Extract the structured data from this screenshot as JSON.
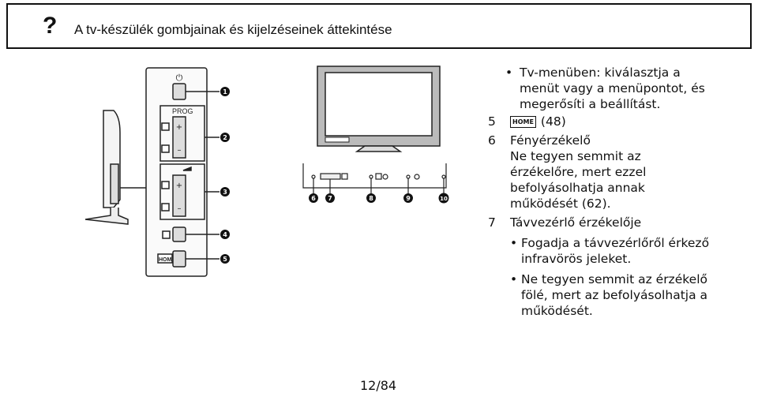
{
  "header": {
    "icon": "question-mark-icon",
    "question_mark": "?",
    "title": "A tv-készülék gombjainak és kijelzéseinek áttekintése"
  },
  "illustration": {
    "prog_label": "PROG",
    "home_label": "HOME",
    "plus_symbol": "+",
    "minus_symbol": "–",
    "callouts": [
      "1",
      "2",
      "3",
      "4",
      "5",
      "6",
      "7",
      "8",
      "9",
      "10"
    ]
  },
  "content": {
    "bullet_top": {
      "dot": "•",
      "lines": [
        "Tv-menüben: kiválasztja a",
        "menüt vagy a menüpontot, és",
        "megerősíti a beállítást."
      ]
    },
    "item5": {
      "num": "5",
      "icon": "home-icon",
      "icon_text": "HOME",
      "text": "(48)"
    },
    "item6": {
      "num": "6",
      "title": "Fényérzékelő",
      "lines": [
        "Ne tegyen semmit az",
        "érzékelőre, mert ezzel",
        "befolyásolhatja annak",
        "működését (62)."
      ]
    },
    "item7": {
      "num": "7",
      "title": "Távvezérlő érzékelője",
      "bullets": [
        {
          "dot": "•",
          "lines": [
            "Fogadja a távvezérlőről érkező",
            "infravörös jeleket."
          ]
        },
        {
          "dot": "•",
          "lines": [
            "Ne tegyen semmit az érzékelő",
            "fölé, mert az befolyásolhatja a",
            "működését."
          ]
        }
      ]
    }
  },
  "footer": {
    "page": "12/84"
  }
}
